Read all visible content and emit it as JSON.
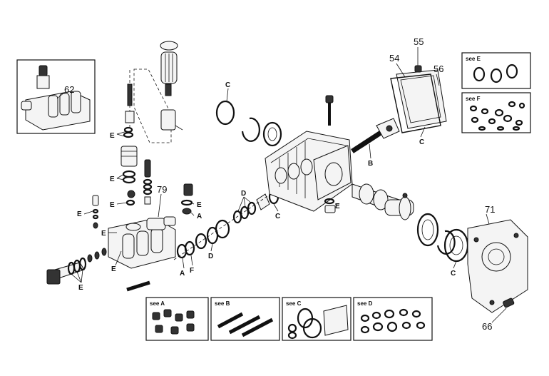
{
  "callouts": {
    "p55": "55",
    "p54": "54",
    "p56": "56",
    "p62": "62",
    "p79": "79",
    "p71": "71",
    "p66": "66"
  },
  "letters": {
    "e1": "E",
    "e2": "E",
    "e3": "E",
    "e4": "E",
    "e5": "E",
    "e6": "E",
    "e7": "E",
    "e8": "E",
    "e9": "E",
    "a1": "A",
    "a2": "A",
    "b1": "B",
    "c1": "C",
    "c2": "C",
    "c3": "C",
    "c4": "C",
    "d1": "D",
    "d2": "D",
    "f1": "F"
  },
  "kits": {
    "kit_e": "see  E",
    "kit_f": "see  F",
    "kit_a": "see  A",
    "kit_b": "see  B",
    "kit_c": "see  C",
    "kit_d": "see  D"
  }
}
